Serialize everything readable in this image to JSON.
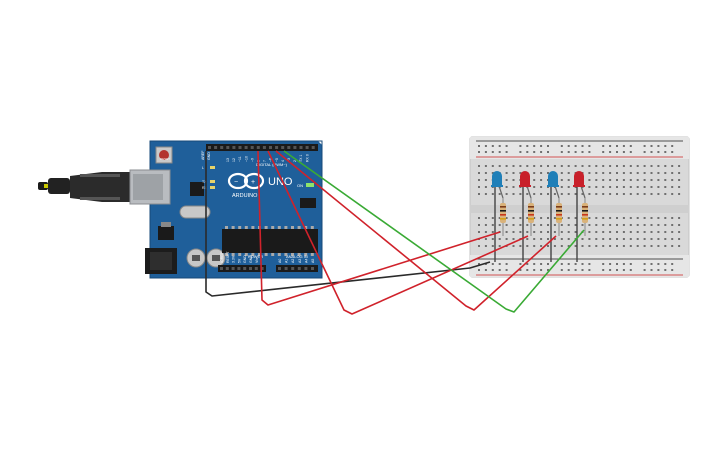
{
  "canvas": {
    "background": "#ffffff"
  },
  "arduino": {
    "brand": "ARDUINO",
    "model": "UNO",
    "reset_label": "RESET",
    "aref_label": "AREF",
    "gnd_label": "GND",
    "digital_label": "DIGITAL (PWM~)",
    "digital_pins": [
      "13",
      "12",
      "~11",
      "~10",
      "~9",
      "8",
      "7",
      "~6",
      "~5",
      "4",
      "~3",
      "2",
      "TX 1",
      "RX 0"
    ],
    "power_label": "POWER",
    "power_pins": [
      "IOREF",
      "RESET",
      "3.3V",
      "5V",
      "GND",
      "GND",
      "Vin"
    ],
    "analog_label": "ANALOG IN",
    "analog_pins": [
      "A0",
      "A1",
      "A2",
      "A3",
      "A4",
      "A5"
    ],
    "on_label": "ON",
    "tx_label": "TX",
    "rx_label": "RX",
    "l_label": "L",
    "board_color": "#1f5f9a"
  },
  "breadboard": {
    "body_color": "#d9d9d9",
    "rail_plus_color": "#cc2222",
    "rail_minus_color": "#1a1a1a"
  },
  "leds": [
    {
      "color_name": "blue",
      "color": "#1f7fb8"
    },
    {
      "color_name": "red",
      "color": "#c8202a"
    },
    {
      "color_name": "blue",
      "color": "#1f7fb8"
    },
    {
      "color_name": "red",
      "color": "#c8202a"
    }
  ],
  "wires": [
    {
      "color_name": "black",
      "color": "#2a2a2a"
    },
    {
      "color_name": "red",
      "color": "#d0222b"
    },
    {
      "color_name": "red",
      "color": "#d0222b"
    },
    {
      "color_name": "red",
      "color": "#d0222b"
    },
    {
      "color_name": "green",
      "color": "#3aaa35"
    }
  ]
}
